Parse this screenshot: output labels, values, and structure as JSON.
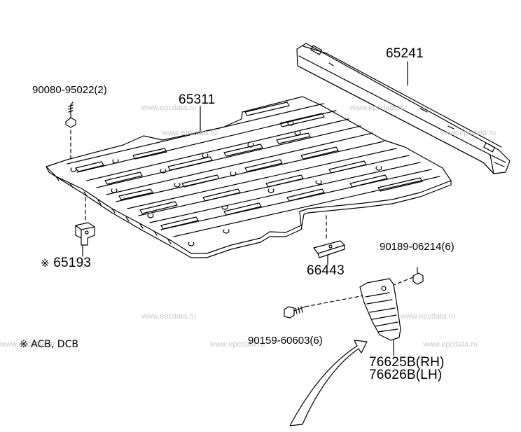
{
  "parts": {
    "cross_member": "65241",
    "floor_panel": "65311",
    "bolt_top": "90080-95022(2)",
    "bracket_left": "65193",
    "bracket_center": "66443",
    "clip": "90189-06214(6)",
    "screw": "90159-60603(6)",
    "mudguard_rh": "76625B(RH)",
    "mudguard_lh": "76626B(LH)"
  },
  "symbols": {
    "mark": "※"
  },
  "notes": {
    "footnote": "※ ACB, DCB"
  },
  "watermark": "www.epcdata.ru",
  "colors": {
    "line": "#000000",
    "watermark": "#c8c8c8",
    "background": "#ffffff"
  }
}
